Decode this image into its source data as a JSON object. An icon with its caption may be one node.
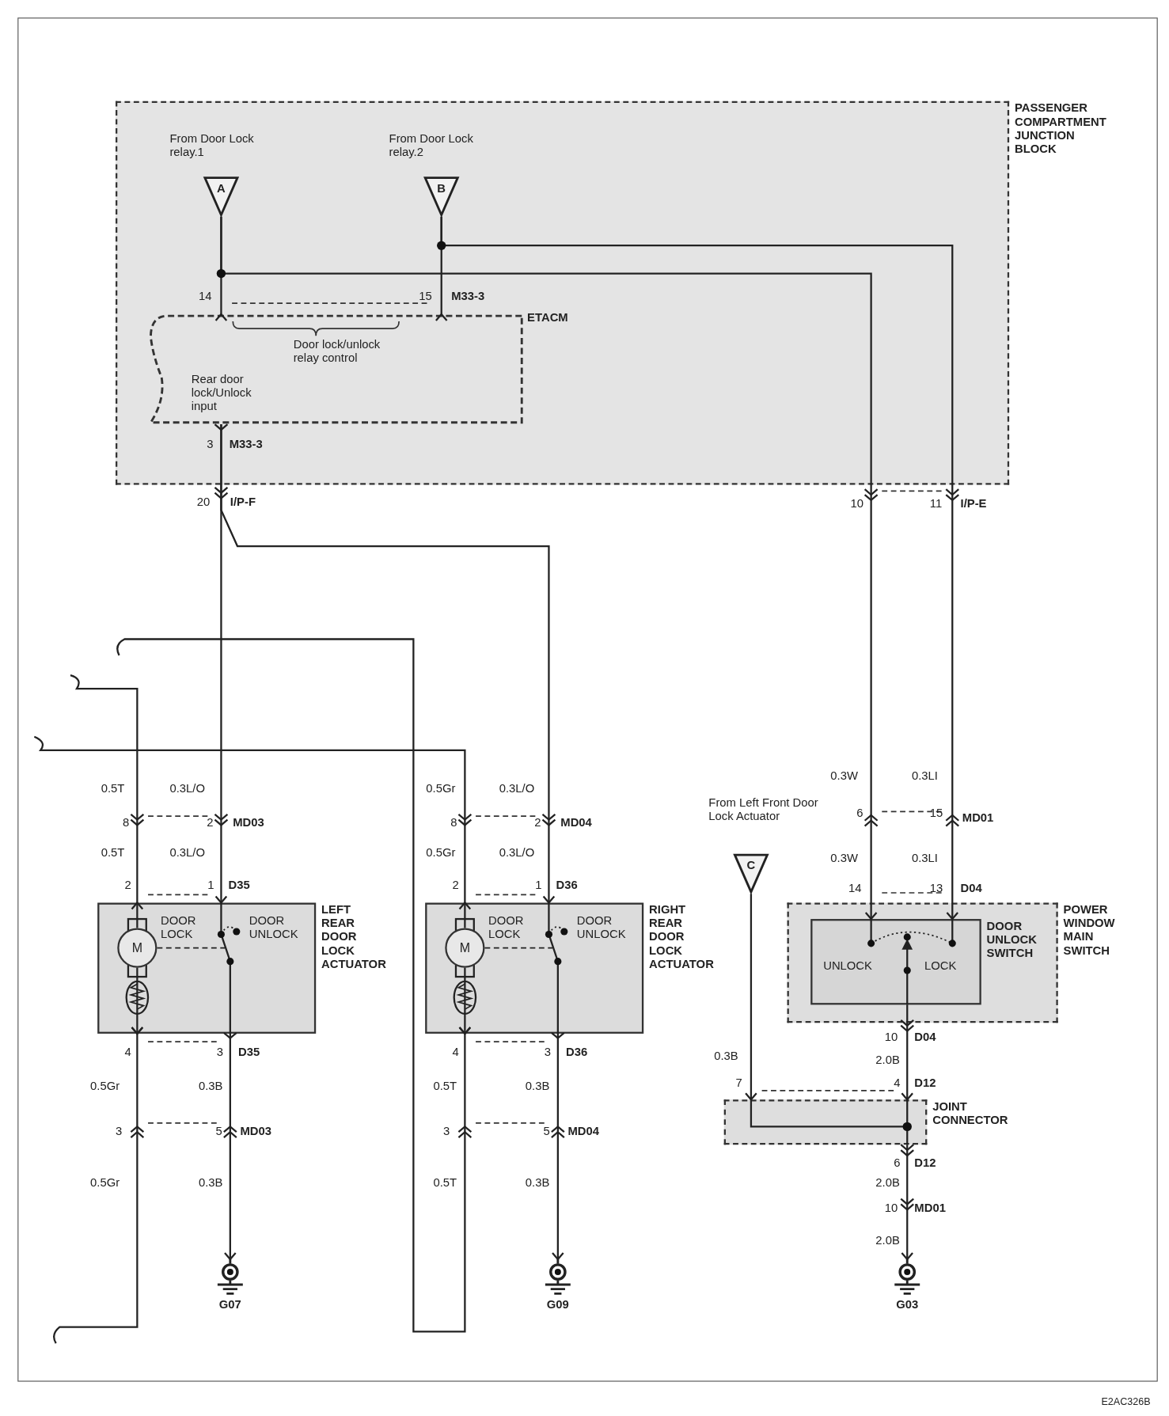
{
  "diagram": {
    "nodes": [
      {
        "text": [
          "PASSENGER COMPARTMENT JUNCTION BLOCK"
        ]
      },
      {
        "text": [
          "ETACM",
          "Door lock/unlock relay control",
          "Rear door lock/Unlock input"
        ],
        "in": 0
      },
      {
        "text": [
          "A"
        ],
        "beside": [
          "From Door Lock relay.1"
        ],
        "in": 0
      },
      {
        "text": [
          "B"
        ],
        "beside": [
          "From Door Lock relay.2"
        ],
        "in": 0
      },
      {
        "text": [
          "DOOR LOCK",
          "DOOR UNLOCK",
          "LEFT REAR DOOR LOCK ACTUATOR"
        ]
      },
      {
        "text": [
          "M"
        ],
        "in": 4
      },
      {
        "text": [
          "DOOR LOCK",
          "DOOR UNLOCK",
          "RIGHT REAR DOOR LOCK ACTUATOR"
        ]
      },
      {
        "text": [
          "M"
        ],
        "in": 6
      },
      {
        "text": [
          "C"
        ],
        "beside": [
          "From Left Front Door Lock Actuator"
        ]
      },
      {
        "text": [
          "POWER WINDOW MAIN SWITCH"
        ]
      },
      {
        "text": [
          "DOOR UNLOCK SWITCH",
          "UNLOCK",
          "LOCK"
        ],
        "in": 9
      },
      {
        "text": [
          "JOINT CONNECTOR"
        ]
      },
      {
        "text": [
          "G07"
        ]
      },
      {
        "text": [
          "G09"
        ]
      },
      {
        "text": [
          "G03"
        ]
      }
    ],
    "edges": [
      {
        "from": 2,
        "to": 1,
        "arrow": "other"
      },
      {
        "from": 3,
        "to": 1,
        "arrow": "other"
      },
      {
        "from": 2,
        "to": 10,
        "arrow": "to"
      },
      {
        "from": 3,
        "to": 10,
        "arrow": "to"
      },
      {
        "from": 1,
        "to": 4,
        "arrow": "to"
      },
      {
        "from": 1,
        "to": 6,
        "arrow": "to"
      },
      {
        "from": 4,
        "to": 12,
        "arrow": "to"
      },
      {
        "from": 6,
        "to": 13,
        "arrow": "to"
      },
      {
        "from": null,
        "to": 4,
        "arrow": "other"
      },
      {
        "from": 4,
        "to": null,
        "arrow": "other"
      },
      {
        "from": null,
        "to": 6,
        "arrow": "other"
      },
      {
        "from": 6,
        "to": null,
        "arrow": "other"
      },
      {
        "from": 8,
        "to": 11,
        "arrow": "to"
      },
      {
        "from": 10,
        "to": 11,
        "arrow": "to"
      },
      {
        "from": 11,
        "to": 14,
        "arrow": "to"
      },
      {
        "from": 4,
        "to": 5,
        "arrow": "none"
      },
      {
        "from": 5,
        "to": 4,
        "arrow": "to"
      },
      {
        "from": 5,
        "to": 4,
        "arrow": "none",
        "style": "dashed"
      },
      {
        "from": 6,
        "to": 7,
        "arrow": "none"
      },
      {
        "from": 7,
        "to": 6,
        "arrow": "to"
      },
      {
        "from": 7,
        "to": 6,
        "arrow": "none",
        "style": "dashed"
      }
    ],
    "labels": [
      "14",
      "15",
      "M33-3",
      "3",
      "M33-3",
      "20",
      "I/P-F",
      "10",
      "11",
      "I/P-E",
      "0.5T",
      "0.3L/O",
      "0.5Gr",
      "0.3L/O",
      "0.3W",
      "0.3LI",
      "8",
      "2",
      "MD03",
      "8",
      "2",
      "MD04",
      "6",
      "15",
      "MD01",
      "0.5T",
      "0.3L/O",
      "0.5Gr",
      "0.3L/O",
      "0.3W",
      "0.3LI",
      "2",
      "1",
      "D35",
      "2",
      "1",
      "D36",
      "14",
      "13",
      "D04",
      "10",
      "D04",
      "2.0B",
      "0.3B",
      "4",
      "3",
      "D35",
      "4",
      "3",
      "D36",
      "0.5Gr",
      "0.3B",
      "0.5T",
      "0.3B",
      "7",
      "4",
      "D12",
      "3",
      "5",
      "MD03",
      "3",
      "5",
      "MD04",
      "6",
      "D12",
      "0.5Gr",
      "0.3B",
      "0.5T",
      "0.3B",
      "2.0B",
      "10",
      "MD01",
      "2.0B",
      "E2AC326B"
    ]
  }
}
